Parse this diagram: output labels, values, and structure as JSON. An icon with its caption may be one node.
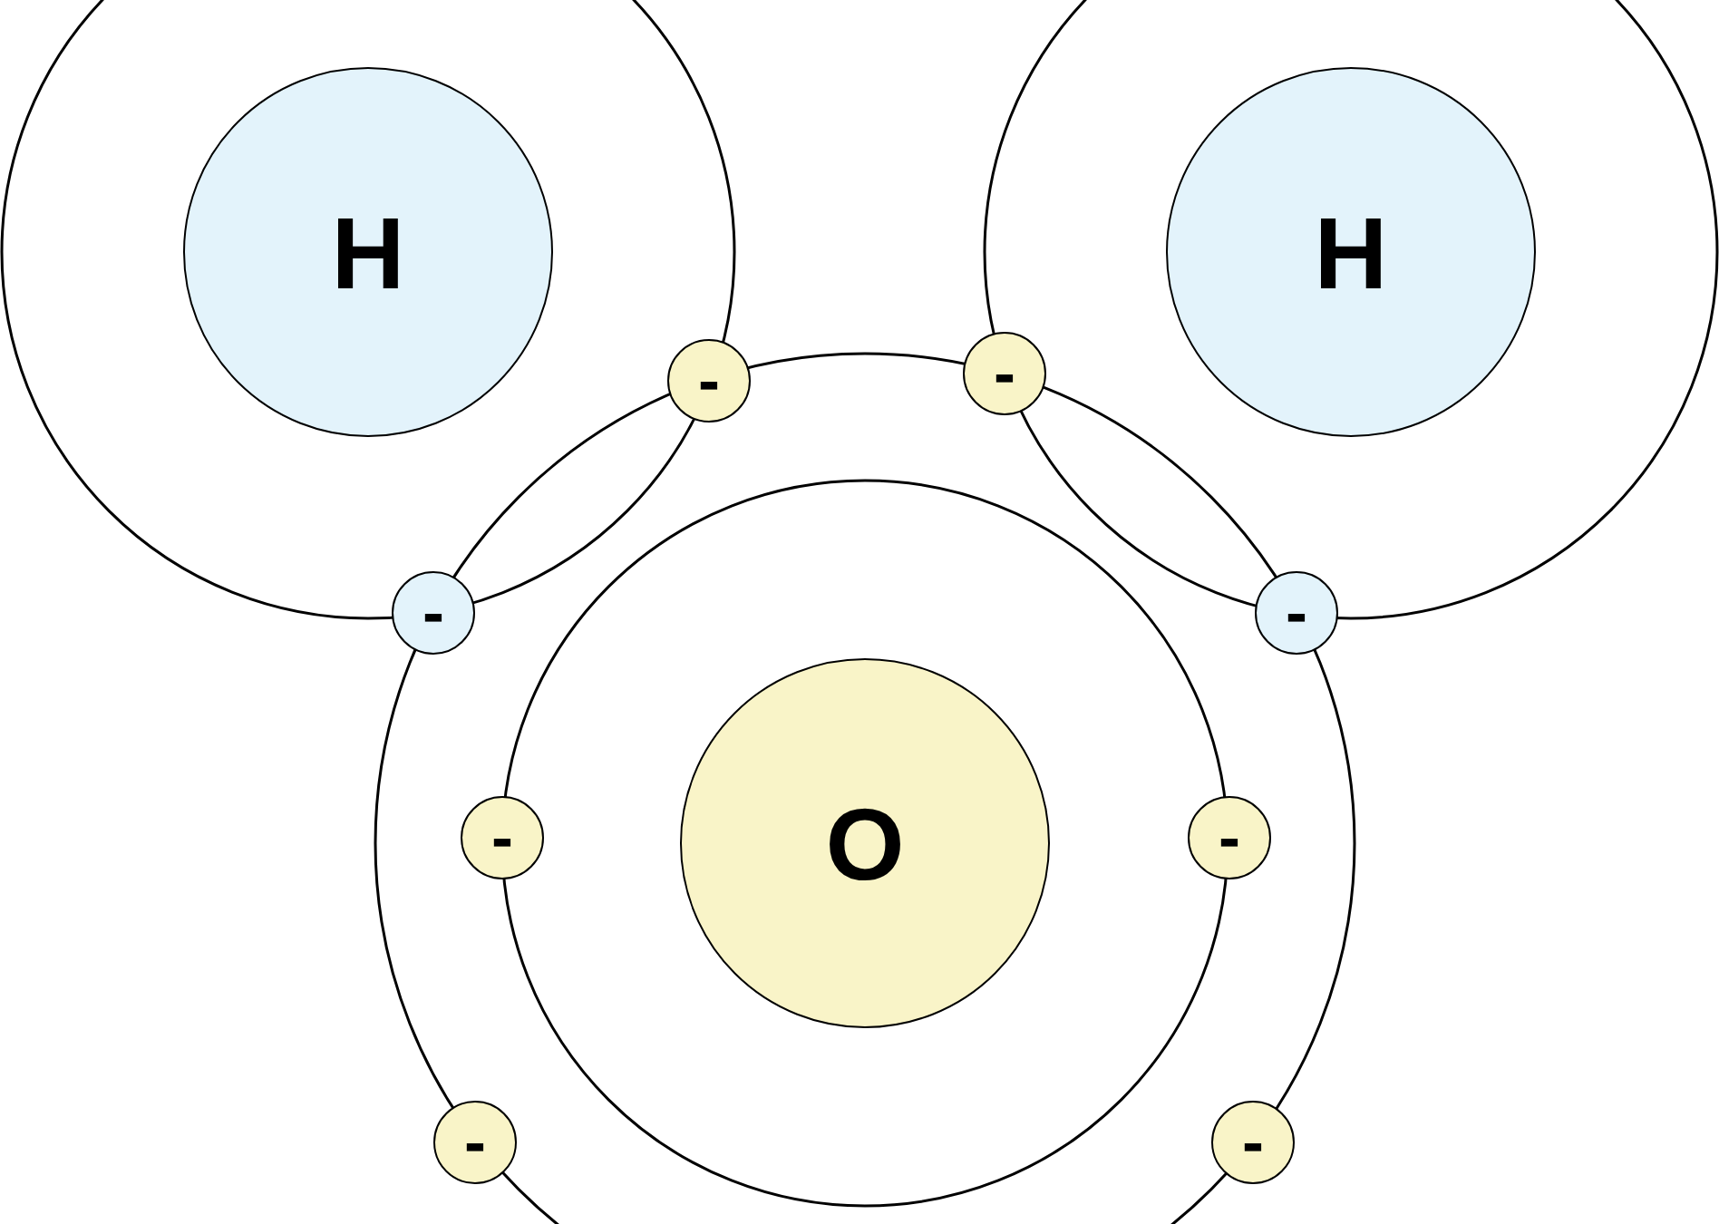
{
  "diagram": {
    "nodes": [
      {
        "text": [
          "H"
        ]
      },
      {
        "text": [
          "H"
        ]
      },
      {
        "text": [
          "-"
        ]
      },
      {
        "text": [
          "-"
        ]
      },
      {
        "text": [
          "-"
        ]
      },
      {
        "text": [
          "-"
        ]
      },
      {
        "text": [
          "-"
        ]
      },
      {
        "text": [
          "O"
        ]
      },
      {
        "text": [
          "-"
        ]
      },
      {
        "text": [
          "-"
        ]
      },
      {
        "text": [
          "-"
        ]
      }
    ]
  }
}
